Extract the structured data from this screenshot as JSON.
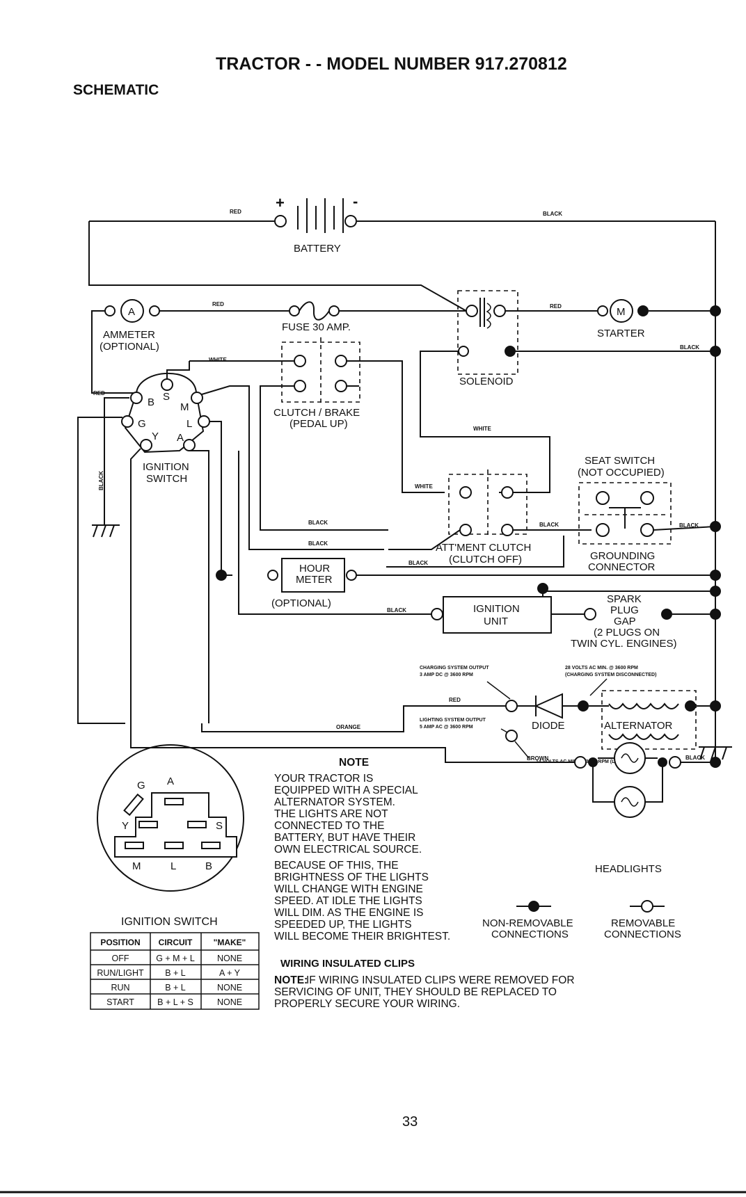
{
  "header": {
    "title": "TRACTOR - - MODEL NUMBER 917.270812",
    "section": "SCHEMATIC"
  },
  "wire_labels": {
    "red": "RED",
    "black": "BLACK",
    "white": "WHITE",
    "orange": "ORANGE",
    "brown": "BROWN"
  },
  "components": {
    "battery": "BATTERY",
    "battery_pos": "+",
    "battery_neg": "-",
    "ammeter_letter": "A",
    "ammeter_l1": "AMMETER",
    "ammeter_l2": "(OPTIONAL)",
    "fuse": "FUSE 30 AMP.",
    "starter_letter": "M",
    "starter": "STARTER",
    "solenoid": "SOLENOID",
    "clutch_l1": "CLUTCH / BRAKE",
    "clutch_l2": "(PEDAL UP)",
    "ignition_l1": "IGNITION",
    "ignition_l2": "SWITCH",
    "seat_l1": "SEAT SWITCH",
    "seat_l2": "(NOT OCCUPIED)",
    "ground_l1": "GROUNDING",
    "ground_l2": "CONNECTOR",
    "attm_l1": "ATT'MENT CLUTCH",
    "attm_l2": "(CLUTCH OFF)",
    "hour_l1": "HOUR",
    "hour_l2": "METER",
    "hour_l3": "(OPTIONAL)",
    "ign_unit_l1": "IGNITION",
    "ign_unit_l2": "UNIT",
    "spark_l1": "SPARK",
    "spark_l2": "PLUG",
    "spark_l3": "GAP",
    "spark_l4": "(2 PLUGS ON",
    "spark_l5": "TWIN CYL. ENGINES)",
    "diode": "DIODE",
    "alternator": "ALTERNATOR",
    "headlights": "HEADLIGHTS",
    "sw_B": "B",
    "sw_S": "S",
    "sw_M": "M",
    "sw_G": "G",
    "sw_L": "L",
    "sw_Y": "Y",
    "sw_A": "A"
  },
  "annotations": {
    "charging_l1": "CHARGING SYSTEM OUTPUT",
    "charging_l2": "3 AMP DC @ 3600 RPM",
    "volts28_l1": "28 VOLTS AC MIN. @ 3600 RPM",
    "volts28_l2": "(CHARGING SYSTEM DISCONNECTED)",
    "lighting_l1": "LIGHTING SYSTEM OUTPUT",
    "lighting_l2": "5 AMP AC @ 3600 RPM",
    "volts14": "14 VOLTS AC MIN. @ 3600 RPM (LIGHTS OFF)"
  },
  "connector_face": {
    "G": "G",
    "A": "A",
    "Y": "Y",
    "S": "S",
    "M": "M",
    "L": "L",
    "B": "B"
  },
  "switch_table": {
    "title": "IGNITION SWITCH",
    "headers": [
      "POSITION",
      "CIRCUIT",
      "\"MAKE\""
    ],
    "rows": [
      [
        "OFF",
        "G + M + L",
        "NONE"
      ],
      [
        "RUN/LIGHT",
        "B + L",
        "A + Y"
      ],
      [
        "RUN",
        "B + L",
        "NONE"
      ],
      [
        "START",
        "B + L + S",
        "NONE"
      ]
    ]
  },
  "note": {
    "title": "NOTE",
    "lines": [
      "YOUR TRACTOR IS",
      "EQUIPPED WITH A SPECIAL",
      "ALTERNATOR SYSTEM.",
      "THE LIGHTS ARE NOT",
      "CONNECTED TO THE",
      "BATTERY, BUT HAVE THEIR",
      "OWN ELECTRICAL SOURCE.",
      "BECAUSE OF THIS, THE",
      "BRIGHTNESS OF THE LIGHTS",
      "WILL CHANGE WITH ENGINE",
      "SPEED.  AT IDLE THE LIGHTS",
      "WILL DIM.  AS THE ENGINE IS",
      "SPEEDED UP, THE LIGHTS",
      "WILL BECOME THEIR BRIGHTEST."
    ]
  },
  "legend": {
    "nonremovable_l1": "NON-REMOVABLE",
    "nonremovable_l2": "CONNECTIONS",
    "removable_l1": "REMOVABLE",
    "removable_l2": "CONNECTIONS"
  },
  "clips": {
    "title": "WIRING INSULATED CLIPS",
    "note_label": "NOTE:",
    "line1": " IF WIRING INSULATED CLIPS WERE REMOVED FOR",
    "line2": "SERVICING OF UNIT, THEY SHOULD BE REPLACED TO",
    "line3": "PROPERLY SECURE YOUR WIRING."
  },
  "page_number": "33"
}
